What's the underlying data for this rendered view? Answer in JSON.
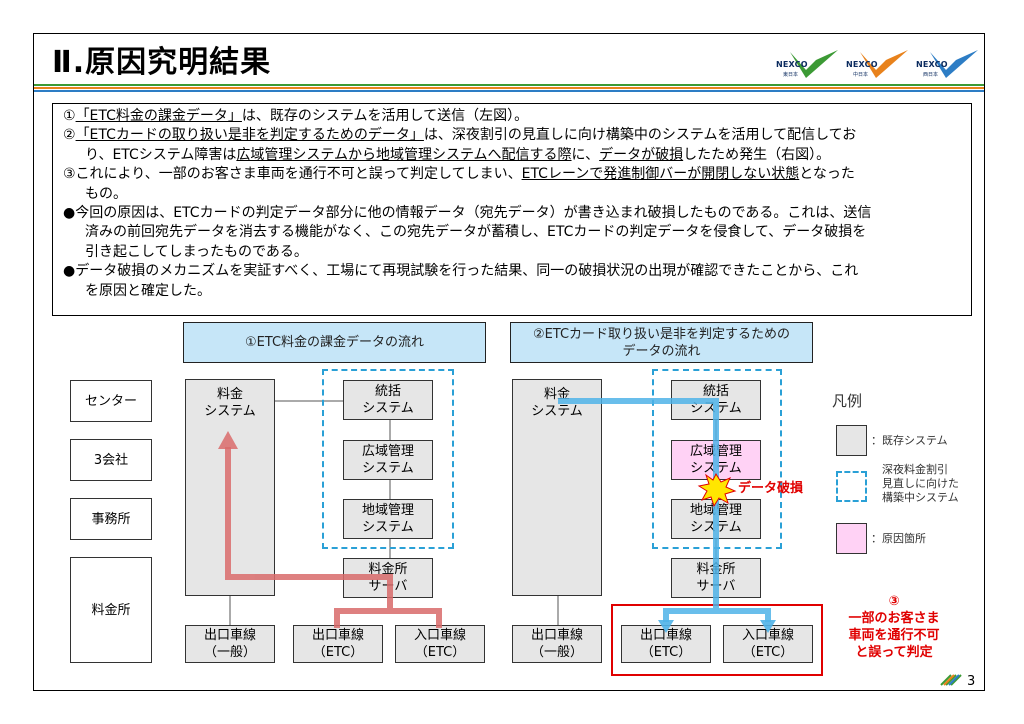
{
  "page": {
    "title": "Ⅱ.原因究明結果",
    "page_number": "3",
    "logos": [
      {
        "text": "NEXCO",
        "sub": "東日本",
        "color": "#3c9a35"
      },
      {
        "text": "NEXCO",
        "sub": "中日本",
        "color": "#e8821c"
      },
      {
        "text": "NEXCO",
        "sub": "西日本",
        "color": "#2d7dc5"
      }
    ]
  },
  "summary": {
    "l1": {
      "a": "①",
      "b": "「ETC料金の課金データ」",
      "c": "は、既存のシステムを活用して送信（左図）。"
    },
    "l2": {
      "a": "②",
      "b": "「ETCカードの取り扱い是非を判定するためのデータ」",
      "c": "は、深夜割引の見直しに向け構築中のシステムを活用して配信してお"
    },
    "l3": {
      "a": "り、ETCシステム障害は",
      "b": "広域管理システムから地域管理システムへ配信する際",
      "c": "に、",
      "d": "データが破損",
      "e": "したため発生（右図）。"
    },
    "l4": {
      "a": "③これにより、一部のお客さま車両を通行不可と誤って判定してしまい、",
      "b": "ETCレーンで発進制御バーが開閉しない状態",
      "c": "となった"
    },
    "l5": "もの。",
    "l6": "●今回の原因は、ETCカードの判定データ部分に他の情報データ（宛先データ）が書き込まれ破損したものである。これは、送信",
    "l7": "済みの前回宛先データを消去する機能がなく、この宛先データが蓄積し、ETCカードの判定データを侵食して、データ破損を",
    "l8": "引き起こしてしまったものである。",
    "l9": "●データ破損のメカニズムを実証すべく、工場にて再現試験を行った結果、同一の破損状況の出現が確認できたことから、これ",
    "l10": "を原因と確定した。"
  },
  "tiers": [
    "センター",
    "3会社",
    "事務所",
    "料金所"
  ],
  "left_diagram": {
    "header": "①ETC料金の課金データの流れ",
    "ryokin_system": "料金\nシステム",
    "tokatsu": "統括\nシステム",
    "koiki": "広域管理\nシステム",
    "chiiki": "地域管理\nシステム",
    "server": "料金所\nサーバ",
    "exit_general": "出口車線\n（一般）",
    "exit_etc": "出口車線\n（ETC）",
    "entry_etc": "入口車線\n（ETC）"
  },
  "right_diagram": {
    "header": "②ETCカード取り扱い是非を判定するための\nデータの流れ",
    "ryokin_system": "料金\nシステム",
    "tokatsu": "統括\nシステム",
    "koiki": "広域管理\nシステム",
    "chiiki": "地域管理\nシステム",
    "server": "料金所\nサーバ",
    "exit_general": "出口車線\n（一般）",
    "exit_etc": "出口車線\n（ETC）",
    "entry_etc": "入口車線\n（ETC）",
    "damage_label": "データ破損",
    "note": "③\n一部のお客さま\n車両を通行不可\nと誤って判定"
  },
  "legend": {
    "title": "凡例",
    "existing": "：既存システム",
    "new": "深夜料金割引\n見直しに向けた\n構築中システム",
    "cause": "：原因箇所"
  },
  "colors": {
    "red_arrow": "#d96b6b",
    "blue_arrow": "#4fb3e8",
    "dash_blue": "#2aa0d6",
    "red_text": "#e00000"
  }
}
